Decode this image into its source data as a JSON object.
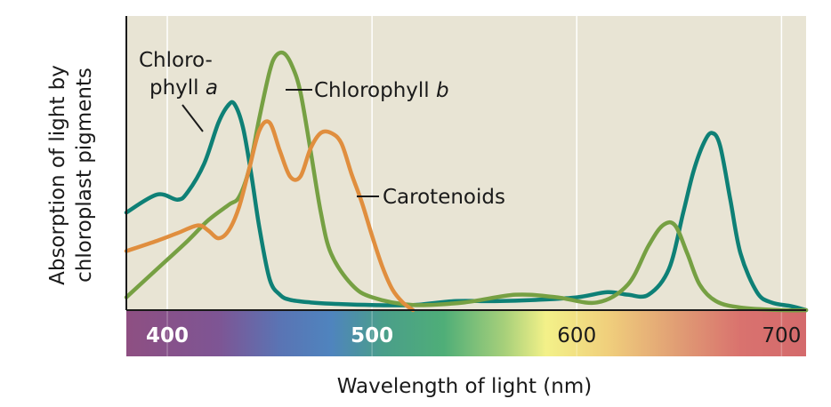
{
  "chart_data": {
    "type": "line",
    "xlabel": "Wavelength of light (nm)",
    "ylabel_lines": [
      "Absorption of light by",
      "chloroplast pigments"
    ],
    "xlim": [
      380,
      712
    ],
    "ylim": [
      0,
      1
    ],
    "x_ticks": [
      400,
      500,
      600,
      700
    ],
    "x_tick_labels": [
      "400",
      "500",
      "600",
      "700"
    ],
    "x_tick_label_colors": [
      "#ffffff",
      "#ffffff",
      "#1a1a1a",
      "#1a1a1a"
    ],
    "grid": "vertical",
    "spectrum_band": true,
    "colors": {
      "plot_background": "#e8e4d4",
      "gridline": "#ffffff",
      "axis": "#1a1a1a",
      "chlorophyll_a": "#0e8076",
      "chlorophyll_b": "#76a043",
      "carotenoids": "#e08e3e"
    },
    "spectrum_colors": [
      {
        "nm": 380,
        "color": "#8e4f82"
      },
      {
        "nm": 425,
        "color": "#7e5594"
      },
      {
        "nm": 455,
        "color": "#5a74b4"
      },
      {
        "nm": 480,
        "color": "#4f84be"
      },
      {
        "nm": 505,
        "color": "#4a9e8a"
      },
      {
        "nm": 535,
        "color": "#4fae78"
      },
      {
        "nm": 565,
        "color": "#a8d07a"
      },
      {
        "nm": 585,
        "color": "#f3f189"
      },
      {
        "nm": 615,
        "color": "#f0cf7c"
      },
      {
        "nm": 650,
        "color": "#e09c74"
      },
      {
        "nm": 680,
        "color": "#d9726e"
      },
      {
        "nm": 712,
        "color": "#d46a6c"
      }
    ],
    "series": [
      {
        "name": "Chlorophyll a",
        "key": "chlorophyll_a",
        "x": [
          380,
          395,
          405,
          410,
          418,
          425,
          430,
          433,
          437,
          441,
          445,
          450,
          455,
          460,
          470,
          480,
          500,
          520,
          540,
          560,
          580,
          600,
          615,
          625,
          635,
          645,
          652,
          657,
          662,
          666,
          670,
          675,
          680,
          688,
          695,
          705,
          712
        ],
        "y": [
          0.38,
          0.45,
          0.43,
          0.46,
          0.57,
          0.73,
          0.8,
          0.8,
          0.71,
          0.53,
          0.32,
          0.12,
          0.06,
          0.04,
          0.03,
          0.025,
          0.02,
          0.02,
          0.035,
          0.035,
          0.04,
          0.05,
          0.07,
          0.06,
          0.06,
          0.16,
          0.38,
          0.54,
          0.65,
          0.69,
          0.64,
          0.43,
          0.22,
          0.07,
          0.03,
          0.015,
          0.0
        ]
      },
      {
        "name": "Chlorophyll b",
        "key": "chlorophyll_b",
        "x": [
          380,
          395,
          410,
          420,
          430,
          435,
          440,
          445,
          450,
          453,
          457,
          461,
          465,
          470,
          475,
          480,
          490,
          500,
          520,
          545,
          570,
          590,
          610,
          625,
          635,
          642,
          648,
          654,
          660,
          668,
          680,
          700,
          712
        ],
        "y": [
          0.05,
          0.16,
          0.27,
          0.35,
          0.41,
          0.44,
          0.55,
          0.75,
          0.93,
          0.99,
          1.0,
          0.95,
          0.85,
          0.62,
          0.38,
          0.22,
          0.1,
          0.05,
          0.02,
          0.03,
          0.06,
          0.05,
          0.03,
          0.1,
          0.25,
          0.33,
          0.33,
          0.22,
          0.1,
          0.035,
          0.01,
          0.0,
          0.0
        ]
      },
      {
        "name": "Carotenoids",
        "key": "carotenoids",
        "x": [
          380,
          395,
          405,
          415,
          420,
          425,
          430,
          435,
          440,
          445,
          450,
          455,
          460,
          465,
          470,
          475,
          480,
          485,
          490,
          495,
          500,
          505,
          510,
          515,
          520
        ],
        "y": [
          0.23,
          0.27,
          0.3,
          0.33,
          0.31,
          0.28,
          0.31,
          0.4,
          0.55,
          0.7,
          0.73,
          0.62,
          0.52,
          0.52,
          0.63,
          0.69,
          0.69,
          0.65,
          0.53,
          0.42,
          0.29,
          0.17,
          0.08,
          0.03,
          0.0
        ]
      }
    ],
    "annotations": [
      {
        "series": "chlorophyll_a",
        "lines": [
          "Chloro-",
          "phyll a"
        ]
      },
      {
        "series": "chlorophyll_b",
        "lines": [
          "Chlorophyll b"
        ]
      },
      {
        "series": "carotenoids",
        "lines": [
          "Carotenoids"
        ]
      }
    ]
  }
}
